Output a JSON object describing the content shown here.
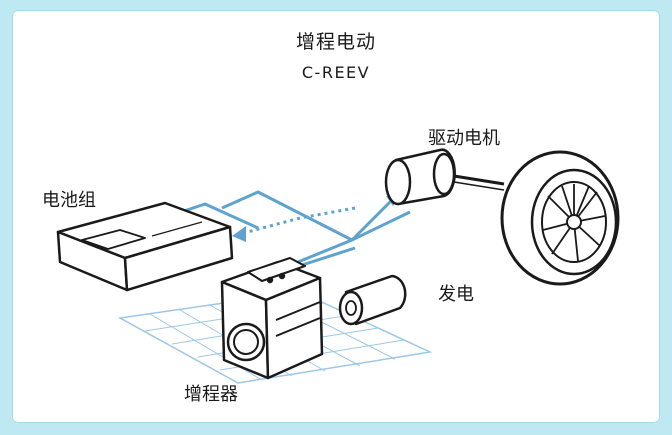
{
  "diagram": {
    "title": "增程电动",
    "subtitle": "C-REEV",
    "labels": {
      "battery": "电池组",
      "drive_motor": "驱动电机",
      "generator": "发电",
      "range_extender": "增程器"
    }
  },
  "colors": {
    "background": "#bfe9f2",
    "panel": "#ffffff",
    "flow_line": "#5ea3cf",
    "grid": "#9ec7e6",
    "outline": "#1a1a1a"
  }
}
